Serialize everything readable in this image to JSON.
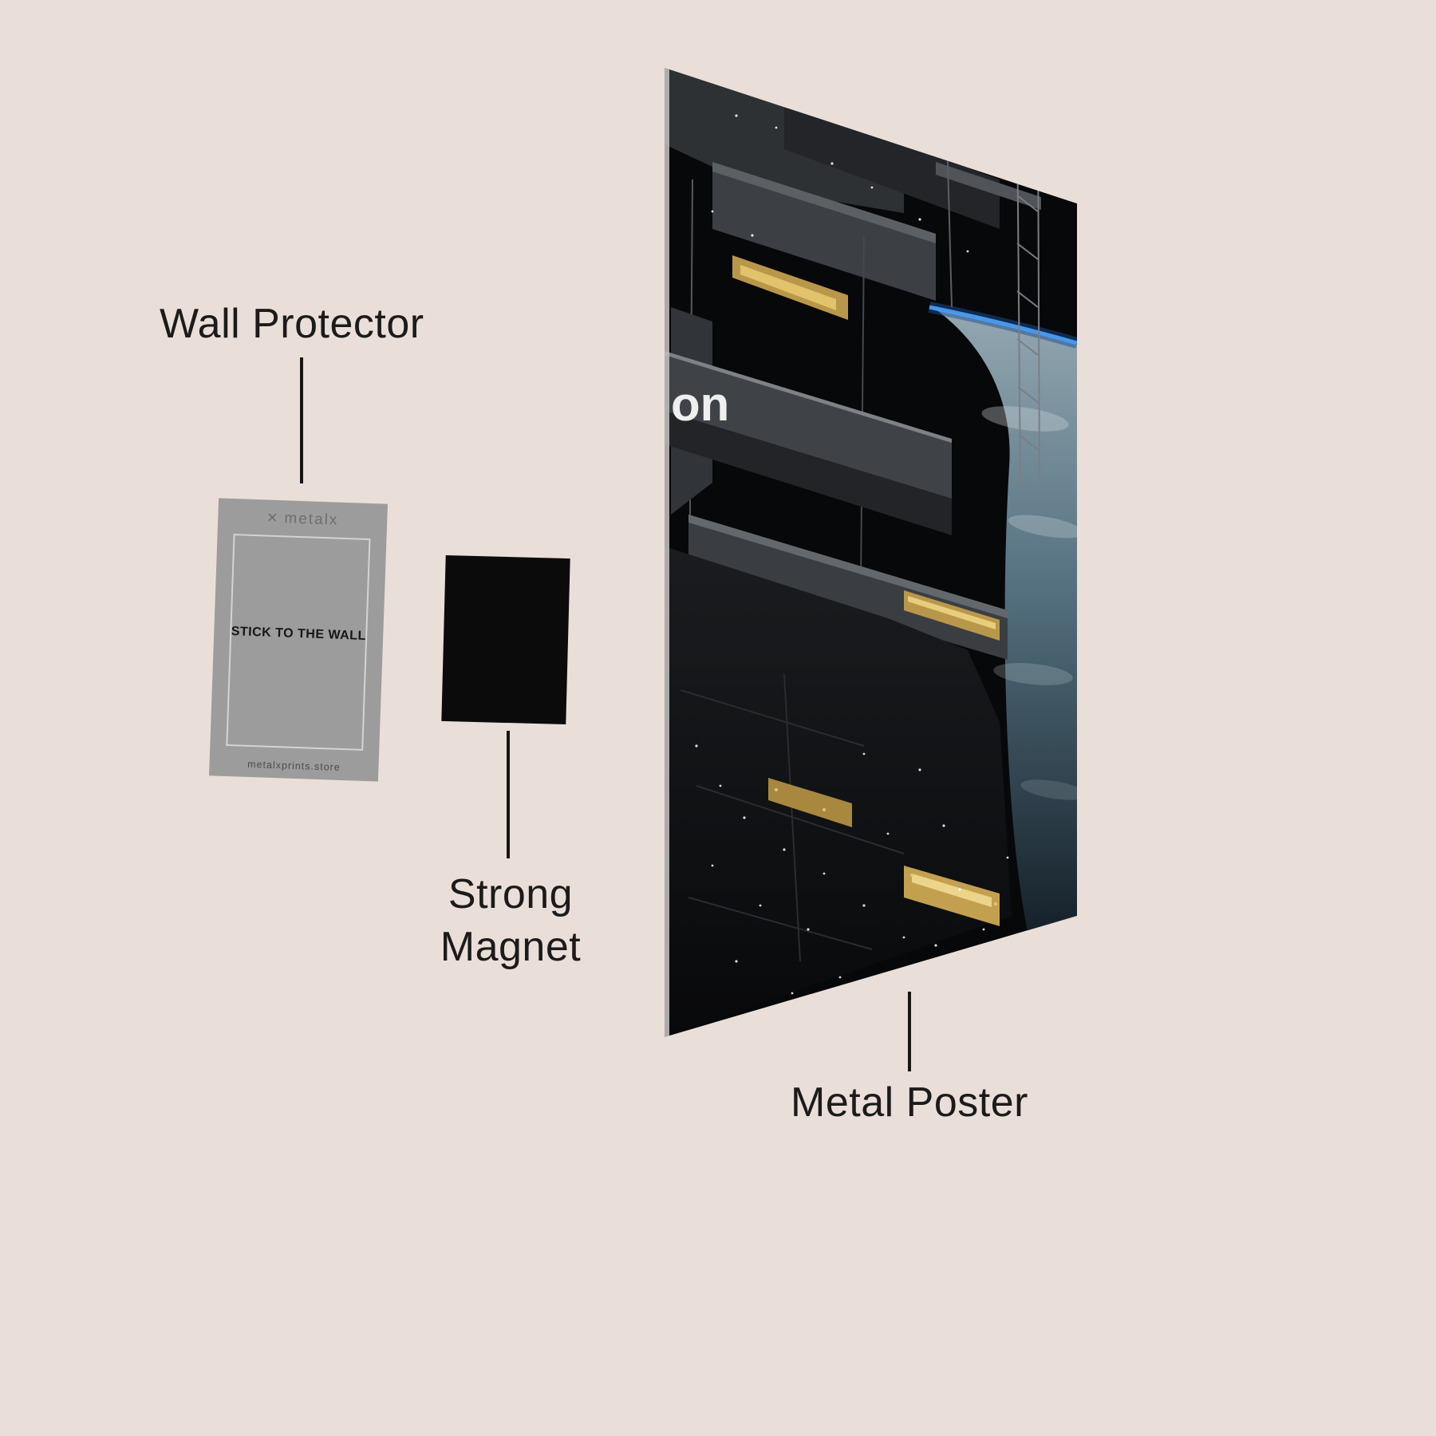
{
  "scene": {
    "background_color": "#eadfd8",
    "text_color": "#1b1b1b"
  },
  "labels": {
    "wall_protector": "Wall Protector",
    "strong_magnet": [
      "Strong",
      "Magnet"
    ],
    "metal_poster": "Metal Poster"
  },
  "wall_protector_card": {
    "brand_icon": "✕",
    "brand_name": "metalx",
    "center_text": "STICK TO THE WALL",
    "footer_text": "metalxprints.store",
    "card_color": "#9c9c9c",
    "border_color": "#d3d3d3"
  },
  "magnet": {
    "color": "#0b0b0c"
  },
  "poster": {
    "partial_text": "on",
    "space_color": "#07080a",
    "gold_accent": "#b9974a",
    "atmosphere_color": "#4da3ff"
  }
}
